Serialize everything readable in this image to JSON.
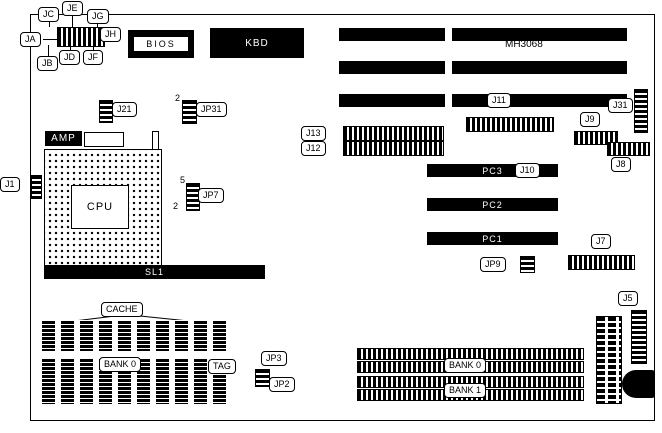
{
  "board": {
    "model": "MH3068"
  },
  "chips": {
    "bios": "BIOS",
    "kbd": "KBD",
    "cpu": "CPU",
    "amp": "AMP"
  },
  "slots": {
    "sl1": "SL1",
    "pc1": "PC1",
    "pc2": "PC2",
    "pc3": "PC3"
  },
  "memory": {
    "cache_title": "CACHE",
    "cache_bank0": "BANK 0",
    "cache_tag": "TAG",
    "simm_bank0": "BANK 0",
    "simm_bank1": "BANK 1"
  },
  "connectors": {
    "ja": "JA",
    "jb": "JB",
    "jc": "JC",
    "jd": "JD",
    "je": "JE",
    "jf": "JF",
    "jg": "JG",
    "jh": "JH",
    "j1": "J1",
    "j5": "J5",
    "j7": "J7",
    "j8": "J8",
    "j9": "J9",
    "j10": "J10",
    "j11": "J11",
    "j12": "J12",
    "j13": "J13",
    "j21": "J21",
    "j31": "J31"
  },
  "jumpers": {
    "jp2": "JP2",
    "jp3": "JP3",
    "jp7": "JP7",
    "jp9": "JP9",
    "jp31": "JP31",
    "jp31_pin2": "2",
    "jp7_pin5": "5",
    "jp7_pin2": "2"
  }
}
